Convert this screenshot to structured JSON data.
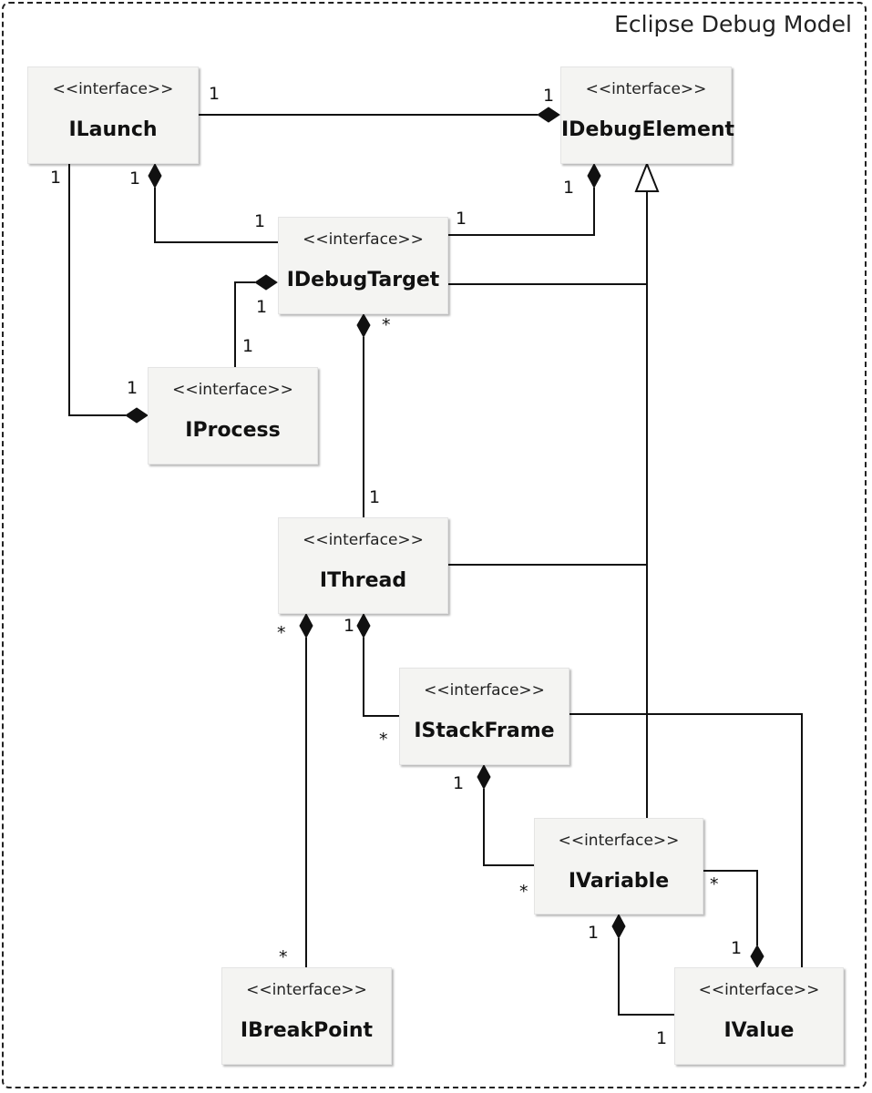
{
  "frame": {
    "title": "Eclipse Debug Model"
  },
  "classes": {
    "ilaunch": {
      "stereotype": "<<interface>>",
      "name": "ILaunch"
    },
    "idebugelement": {
      "stereotype": "<<interface>>",
      "name": "IDebugElement"
    },
    "idebugtarget": {
      "stereotype": "<<interface>>",
      "name": "IDebugTarget"
    },
    "iprocess": {
      "stereotype": "<<interface>>",
      "name": "IProcess"
    },
    "ithread": {
      "stereotype": "<<interface>>",
      "name": "IThread"
    },
    "istackframe": {
      "stereotype": "<<interface>>",
      "name": "IStackFrame"
    },
    "ivariable": {
      "stereotype": "<<interface>>",
      "name": "IVariable"
    },
    "ibreakpoint": {
      "stereotype": "<<interface>>",
      "name": "IBreakPoint"
    },
    "ivalue": {
      "stereotype": "<<interface>>",
      "name": "IValue"
    }
  },
  "multiplicities": {
    "launch_element_launch": "1",
    "launch_element_element": "1",
    "launch_process_launch": "1",
    "launch_target_launch": "1",
    "launch_target_target": "1",
    "target_element_target": "1",
    "target_element_element": "1",
    "target_process_target": "1",
    "target_process_process": "1",
    "launch_process_process": "1",
    "target_thread_target": "*",
    "target_thread_thread": "1",
    "thread_breakpoint_thread": "*",
    "thread_breakpoint_breakpoint": "*",
    "thread_frame_thread": "1",
    "thread_frame_frame": "*",
    "frame_variable_frame": "1",
    "frame_variable_variable": "*",
    "variable_value_variable": "*",
    "variable_value_value": "1",
    "value_variable_variable": "1",
    "value_variable_value": "1"
  }
}
